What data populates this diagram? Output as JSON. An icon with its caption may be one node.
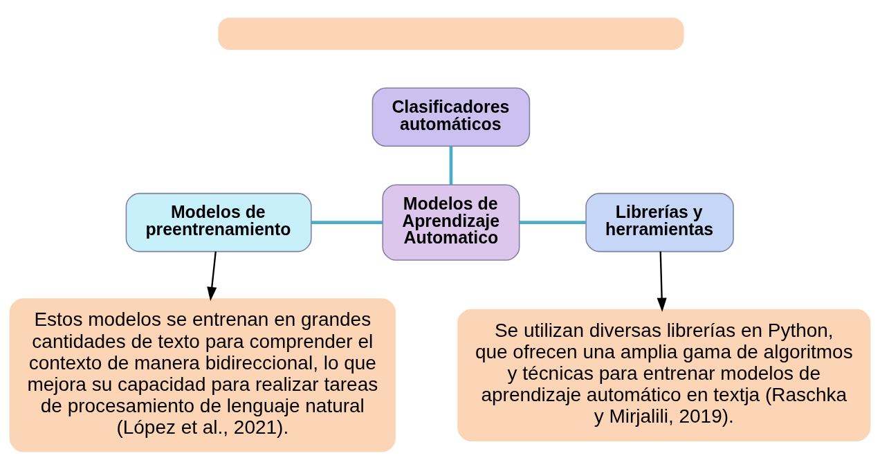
{
  "diagram": {
    "nodes": [
      {
        "text": [],
        "shape": "box"
      },
      {
        "text": [
          "Clasificadores automáticos"
        ]
      },
      {
        "text": [
          "Modelos de Aprendizaje Automatico"
        ]
      },
      {
        "text": [
          "Modelos de preentrenamiento"
        ]
      },
      {
        "text": [
          "Librerías y herramientas"
        ]
      },
      {
        "text": [
          "Estos modelos se entrenan en grandes cantidades de texto para comprender el contexto de manera bidireccional, lo que mejora su capacidad para realizar tareas de procesamiento de lenguaje natural (López et al., 2021)."
        ]
      },
      {
        "text": [
          "Se utilizan diversas librerías en Python, que ofrecen una amplia gama de algoritmos y técnicas para entrenar modelos de aprendizaje automático en textja (Raschka y Mirjalili, 2019)."
        ]
      }
    ],
    "edges": [
      {
        "from": 2,
        "to": 1,
        "arrow": "none"
      },
      {
        "from": 3,
        "to": 2,
        "arrow": "none"
      },
      {
        "from": 2,
        "to": 4,
        "arrow": "none"
      },
      {
        "from": 3,
        "to": 5,
        "arrow": "to",
        "color": "#000000"
      },
      {
        "from": 4,
        "to": 6,
        "arrow": "to",
        "color": "#000000"
      }
    ]
  }
}
